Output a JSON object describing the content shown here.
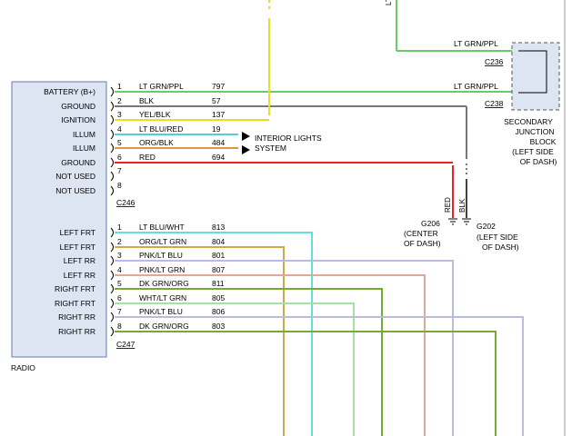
{
  "radio": {
    "label": "RADIO",
    "pins": [
      {
        "label": "BATTERY (B+)"
      },
      {
        "label": "GROUND"
      },
      {
        "label": "IGNITION"
      },
      {
        "label": "ILLUM"
      },
      {
        "label": "ILLUM"
      },
      {
        "label": "GROUND"
      },
      {
        "label": "NOT USED"
      },
      {
        "label": "NOT USED"
      },
      {
        "label": "LEFT FRT"
      },
      {
        "label": "LEFT FRT"
      },
      {
        "label": "LEFT RR"
      },
      {
        "label": "LEFT RR"
      },
      {
        "label": "RIGHT FRT"
      },
      {
        "label": "RIGHT FRT"
      },
      {
        "label": "RIGHT RR"
      },
      {
        "label": "RIGHT RR"
      }
    ]
  },
  "connector_c246": {
    "label": "C246",
    "wires": [
      {
        "pin": "1",
        "color_code": "LT GRN/PPL",
        "circuit": "797",
        "stroke": "#66cc66"
      },
      {
        "pin": "2",
        "color_code": "BLK",
        "circuit": "57",
        "stroke": "#777777"
      },
      {
        "pin": "3",
        "color_code": "YEL/BLK",
        "circuit": "137",
        "stroke": "#e8e020"
      },
      {
        "pin": "4",
        "color_code": "LT BLU/RED",
        "circuit": "19",
        "stroke": "#55ccdd"
      },
      {
        "pin": "5",
        "color_code": "ORG/BLK",
        "circuit": "484",
        "stroke": "#dd9933"
      },
      {
        "pin": "6",
        "color_code": "RED",
        "circuit": "694",
        "stroke": "#ee2222"
      },
      {
        "pin": "7",
        "color_code": "",
        "circuit": "",
        "stroke": ""
      },
      {
        "pin": "8",
        "color_code": "",
        "circuit": "",
        "stroke": ""
      }
    ]
  },
  "connector_c247": {
    "label": "C247",
    "wires": [
      {
        "pin": "1",
        "color_code": "LT BLU/WHT",
        "circuit": "813",
        "stroke": "#66dddd"
      },
      {
        "pin": "2",
        "color_code": "ORG/LT GRN",
        "circuit": "804",
        "stroke": "#ccaa44"
      },
      {
        "pin": "3",
        "color_code": "PNK/LT BLU",
        "circuit": "801",
        "stroke": "#bbbbdd"
      },
      {
        "pin": "4",
        "color_code": "PNK/LT GRN",
        "circuit": "807",
        "stroke": "#ddaa99"
      },
      {
        "pin": "5",
        "color_code": "DK GRN/ORG",
        "circuit": "811",
        "stroke": "#77aa33"
      },
      {
        "pin": "6",
        "color_code": "WHT/LT GRN",
        "circuit": "805",
        "stroke": "#aaddaa"
      },
      {
        "pin": "7",
        "color_code": "PNK/LT BLU",
        "circuit": "806",
        "stroke": "#bbbbdd"
      },
      {
        "pin": "8",
        "color_code": "DK GRN/ORG",
        "circuit": "803",
        "stroke": "#77aa33"
      }
    ]
  },
  "interior_lights": {
    "line1": "INTERIOR LIGHTS",
    "line2": "SYSTEM"
  },
  "top_wire": {
    "color_code": "LT GRN/PPL",
    "connector": "C236"
  },
  "mid_wire": {
    "color_code": "LT GRN/PPL",
    "connector": "C238"
  },
  "top_partial_label": "LT",
  "sjb": {
    "line1": "SECONDARY",
    "line2": "JUNCTION",
    "line3": "BLOCK",
    "line4": "(LEFT SIDE",
    "line5": "OF DASH)"
  },
  "ground_wire_labels": {
    "red": "RED",
    "blk": "BLK"
  },
  "g206": {
    "label": "G206",
    "line2": "(CENTER",
    "line3": "OF DASH)"
  },
  "g202": {
    "label": "G202",
    "line2": "(LEFT SIDE",
    "line3": "OF DASH)"
  }
}
